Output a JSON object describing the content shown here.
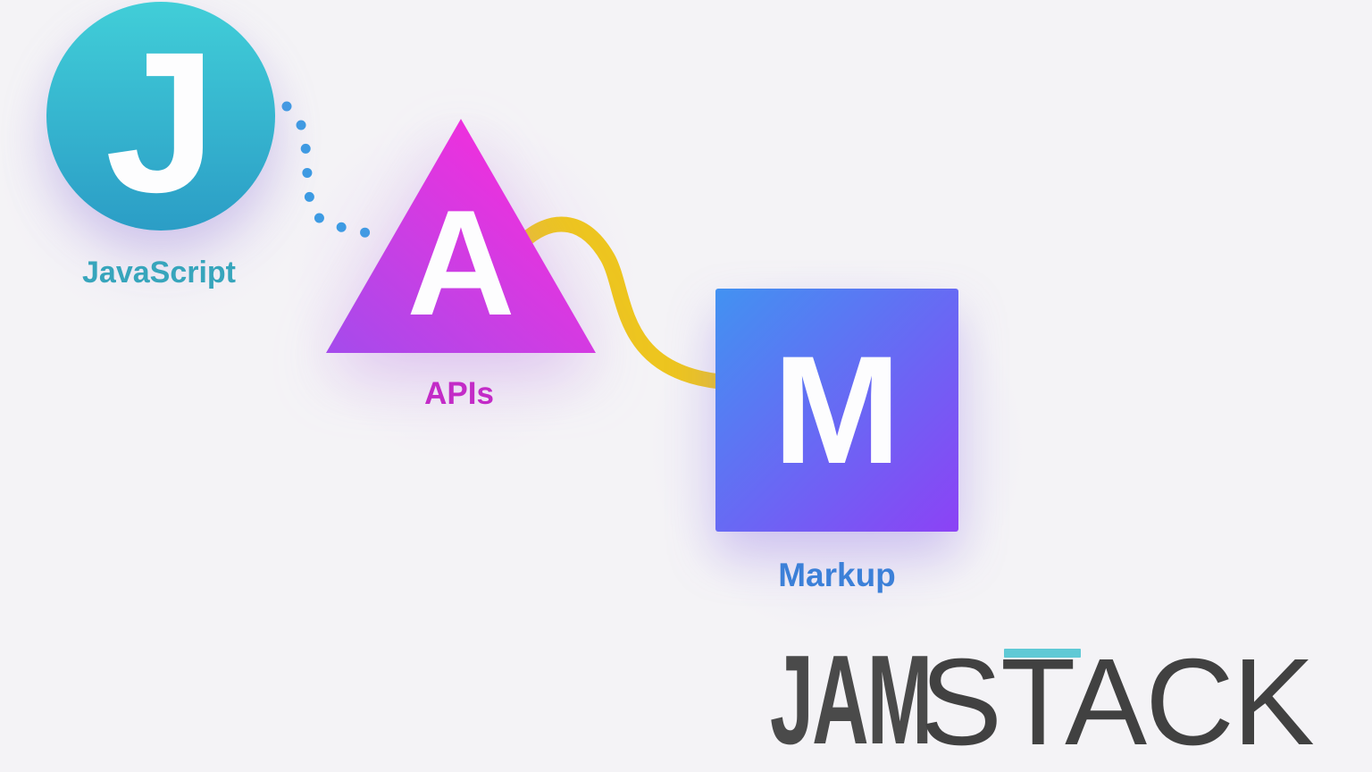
{
  "canvas": {
    "background": "#f4f3f6"
  },
  "nodes": [
    {
      "id": "javascript",
      "letter": "J",
      "label": "JavaScript",
      "shape": "circle",
      "fill_top": "#41ced8",
      "fill_bottom": "#2b9dc6",
      "label_color": "#37a5bc"
    },
    {
      "id": "apis",
      "letter": "A",
      "label": "APIs",
      "shape": "triangle",
      "fill_top": "#f02fdd",
      "fill_bottom": "#a44bec",
      "label_color": "#c32bc7"
    },
    {
      "id": "markup",
      "letter": "M",
      "label": "Markup",
      "shape": "square",
      "fill_top": "#4292f2",
      "fill_bottom": "#8c42f5",
      "label_color": "#3c80d8"
    }
  ],
  "connectors": [
    {
      "from": "javascript",
      "to": "apis",
      "style": "dotted",
      "color": "#3d9be3"
    },
    {
      "from": "apis",
      "to": "markup",
      "style": "solid-curve",
      "color": "#edc51f"
    }
  ],
  "logo": {
    "bold": "JAM",
    "light": "STACK",
    "bold_color": "#4a4a4a",
    "light_color": "#414141",
    "accent_color": "#5fc9d5"
  }
}
